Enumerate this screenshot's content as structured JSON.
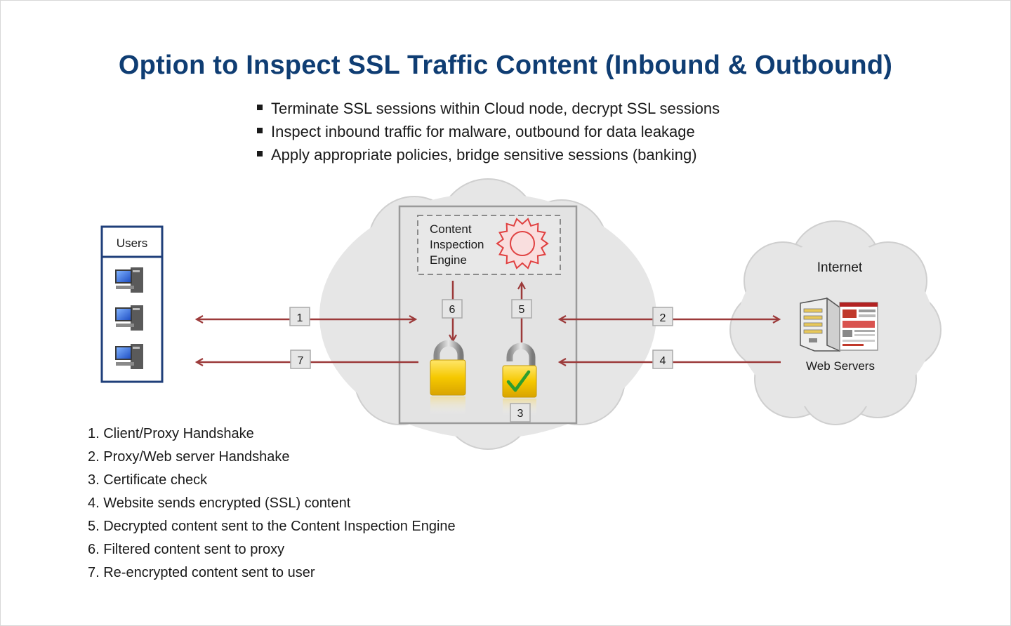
{
  "title": "Option to Inspect SSL  Traffic Content (Inbound & Outbound)",
  "bullets": [
    "Terminate SSL sessions within Cloud node, decrypt SSL sessions",
    "Inspect inbound traffic for malware, outbound for data leakage",
    "Apply appropriate policies, bridge sensitive sessions (banking)"
  ],
  "users_label": "Users",
  "engine_label": [
    "Content",
    "Inspection",
    "Engine"
  ],
  "internet_label": "Internet",
  "web_servers_label": "Web Servers",
  "step_badges": {
    "b1": "1",
    "b2": "2",
    "b3": "3",
    "b4": "4",
    "b5": "5",
    "b6": "6",
    "b7": "7"
  },
  "steps": [
    "1. Client/Proxy Handshake",
    "2. Proxy/Web server Handshake",
    "3. Certificate check",
    "4. Website sends encrypted (SSL) content",
    "5. Decrypted content sent to the Content Inspection Engine",
    "6. Filtered content sent to proxy",
    "7. Re-encrypted content sent to user"
  ],
  "icons": [
    "computer-icon",
    "gear-icon",
    "locked-padlock-icon",
    "unlocked-padlock-check-icon",
    "server-icon",
    "webpage-icon",
    "cloud-icon"
  ],
  "colors": {
    "title": "#0f3d73",
    "arrow": "#9c3a3a",
    "users_border": "#1f3f7a",
    "cloud": "#e6e6e6",
    "gear": "#e04040",
    "lock": "#f2c200"
  }
}
